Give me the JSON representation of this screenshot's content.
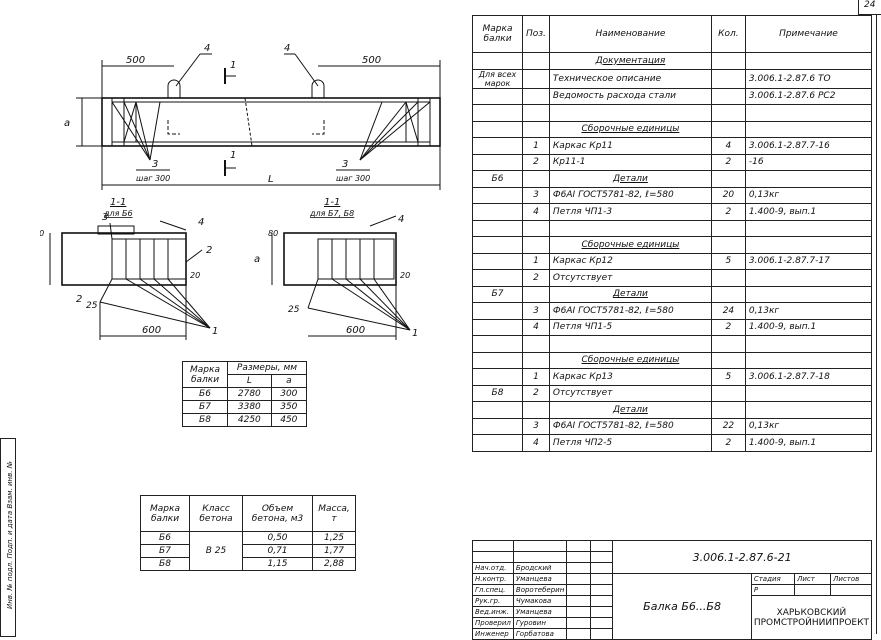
{
  "sheet_number": "24",
  "drawing": {
    "dim_500_left": "500",
    "dim_500_right": "500",
    "callout_4": "4",
    "callout_3": "3",
    "step_left": "шаг 300",
    "step_right": "шаг 300",
    "dim_a": "a",
    "dim_L": "L",
    "section_mark": "1",
    "section_left_title": "1-1",
    "section_left_sub": "для Б6",
    "section_right_title": "1-1",
    "section_right_sub": "для Б7, Б8",
    "dim_80": "80",
    "dim_20": "20",
    "dim_25": "25",
    "dim_600": "600",
    "callout_1": "1",
    "callout_2": "2"
  },
  "size_table": {
    "col_mark": "Марка балки",
    "col_dims": "Размеры, мм",
    "col_L": "L",
    "col_a": "a",
    "rows": [
      {
        "mark": "Б6",
        "L": "2780",
        "a": "300"
      },
      {
        "mark": "Б7",
        "L": "3380",
        "a": "350"
      },
      {
        "mark": "Б8",
        "L": "4250",
        "a": "450"
      }
    ]
  },
  "concrete_table": {
    "col_mark": "Марка балки",
    "col_class": "Класс бетона",
    "col_volume": "Объем бетона, м3",
    "col_mass": "Масса, т",
    "concrete_class": "B 25",
    "rows": [
      {
        "mark": "Б6",
        "volume": "0,50",
        "mass": "1,25"
      },
      {
        "mark": "Б7",
        "volume": "0,71",
        "mass": "1,77"
      },
      {
        "mark": "Б8",
        "volume": "1,15",
        "mass": "2,88"
      }
    ]
  },
  "spec": {
    "headers": {
      "mark": "Марка балки",
      "pos": "Поз.",
      "name": "Наименование",
      "qty": "Кол.",
      "note": "Примечание"
    },
    "doc_group": "Для всех марок",
    "rows": [
      {
        "group": "",
        "pos": "",
        "name": "Документация",
        "qty": "",
        "note": "",
        "u": true
      },
      {
        "group": "",
        "pos": "",
        "name": "Техническое описание",
        "qty": "",
        "note": "3.006.1-2.87.6 ТО"
      },
      {
        "group": "",
        "pos": "",
        "name": "Ведомость расхода стали",
        "qty": "",
        "note": "3.006.1-2.87.6 РС2"
      },
      {
        "group": "",
        "pos": "",
        "name": "",
        "qty": "",
        "note": ""
      },
      {
        "group": "",
        "pos": "",
        "name": "Сборочные единицы",
        "qty": "",
        "note": "",
        "u": true
      },
      {
        "group": "",
        "pos": "1",
        "name": "Каркас Кр11",
        "qty": "4",
        "note": "3.006.1-2.87.7-16"
      },
      {
        "group": "",
        "pos": "2",
        "name": "Кр11-1",
        "qty": "2",
        "note": "-16"
      },
      {
        "group": "Б6",
        "pos": "",
        "name": "Детали",
        "qty": "",
        "note": "",
        "u": true
      },
      {
        "group": "",
        "pos": "3",
        "name": "Ф6АI ГОСТ5781-82, ℓ=580",
        "qty": "20",
        "note": "0,13кг"
      },
      {
        "group": "",
        "pos": "4",
        "name": "Петля ЧП1-3",
        "qty": "2",
        "note": "1.400-9, вып.1"
      },
      {
        "group": "",
        "pos": "",
        "name": "",
        "qty": "",
        "note": ""
      },
      {
        "group": "",
        "pos": "",
        "name": "Сборочные единицы",
        "qty": "",
        "note": "",
        "u": true
      },
      {
        "group": "",
        "pos": "1",
        "name": "Каркас Кр12",
        "qty": "5",
        "note": "3.006.1-2.87.7-17"
      },
      {
        "group": "",
        "pos": "2",
        "name": "Отсутствует",
        "qty": "",
        "note": ""
      },
      {
        "group": "Б7",
        "pos": "",
        "name": "Детали",
        "qty": "",
        "note": "",
        "u": true
      },
      {
        "group": "",
        "pos": "3",
        "name": "Ф6АI ГОСТ5781-82, ℓ=580",
        "qty": "24",
        "note": "0,13кг"
      },
      {
        "group": "",
        "pos": "4",
        "name": "Петля ЧП1-5",
        "qty": "2",
        "note": "1.400-9, вып.1"
      },
      {
        "group": "",
        "pos": "",
        "name": "",
        "qty": "",
        "note": ""
      },
      {
        "group": "",
        "pos": "",
        "name": "Сборочные единицы",
        "qty": "",
        "note": "",
        "u": true
      },
      {
        "group": "",
        "pos": "1",
        "name": "Каркас Кр13",
        "qty": "5",
        "note": "3.006.1-2.87.7-18"
      },
      {
        "group": "Б8",
        "pos": "2",
        "name": "Отсутствует",
        "qty": "",
        "note": ""
      },
      {
        "group": "",
        "pos": "",
        "name": "Детали",
        "qty": "",
        "note": "",
        "u": true
      },
      {
        "group": "",
        "pos": "3",
        "name": "Ф6АI ГОСТ5781-82, ℓ=580",
        "qty": "22",
        "note": "0,13кг"
      },
      {
        "group": "",
        "pos": "4",
        "name": "Петля ЧП2-5",
        "qty": "2",
        "note": "1.400-9, вып.1"
      }
    ]
  },
  "stamp": {
    "roles": [
      {
        "role": "Нач.отд.",
        "name": "Бродский"
      },
      {
        "role": "Н.контр.",
        "name": "Уманцева"
      },
      {
        "role": "Гл.спец.",
        "name": "Воротеберин"
      },
      {
        "role": "Рук.гр.",
        "name": "Чумакова"
      },
      {
        "role": "Вед.инж.",
        "name": "Уманцева"
      },
      {
        "role": "Проверил",
        "name": "Гуровин"
      },
      {
        "role": "Инженер",
        "name": "Горбатова"
      }
    ],
    "code": "3.006.1-2.87.6-21",
    "title": "Балка Б6...Б8",
    "stage_label": "Стадия",
    "sheet_label": "Лист",
    "sheets_label": "Листов",
    "stage": "Р",
    "org": "ХАРЬКОВСКИЙ ПРОМСТРОЙНИИПРОЕКТ"
  },
  "side_strip": "Инв. № подл.   Подп. и дата   Взам. инв. №"
}
